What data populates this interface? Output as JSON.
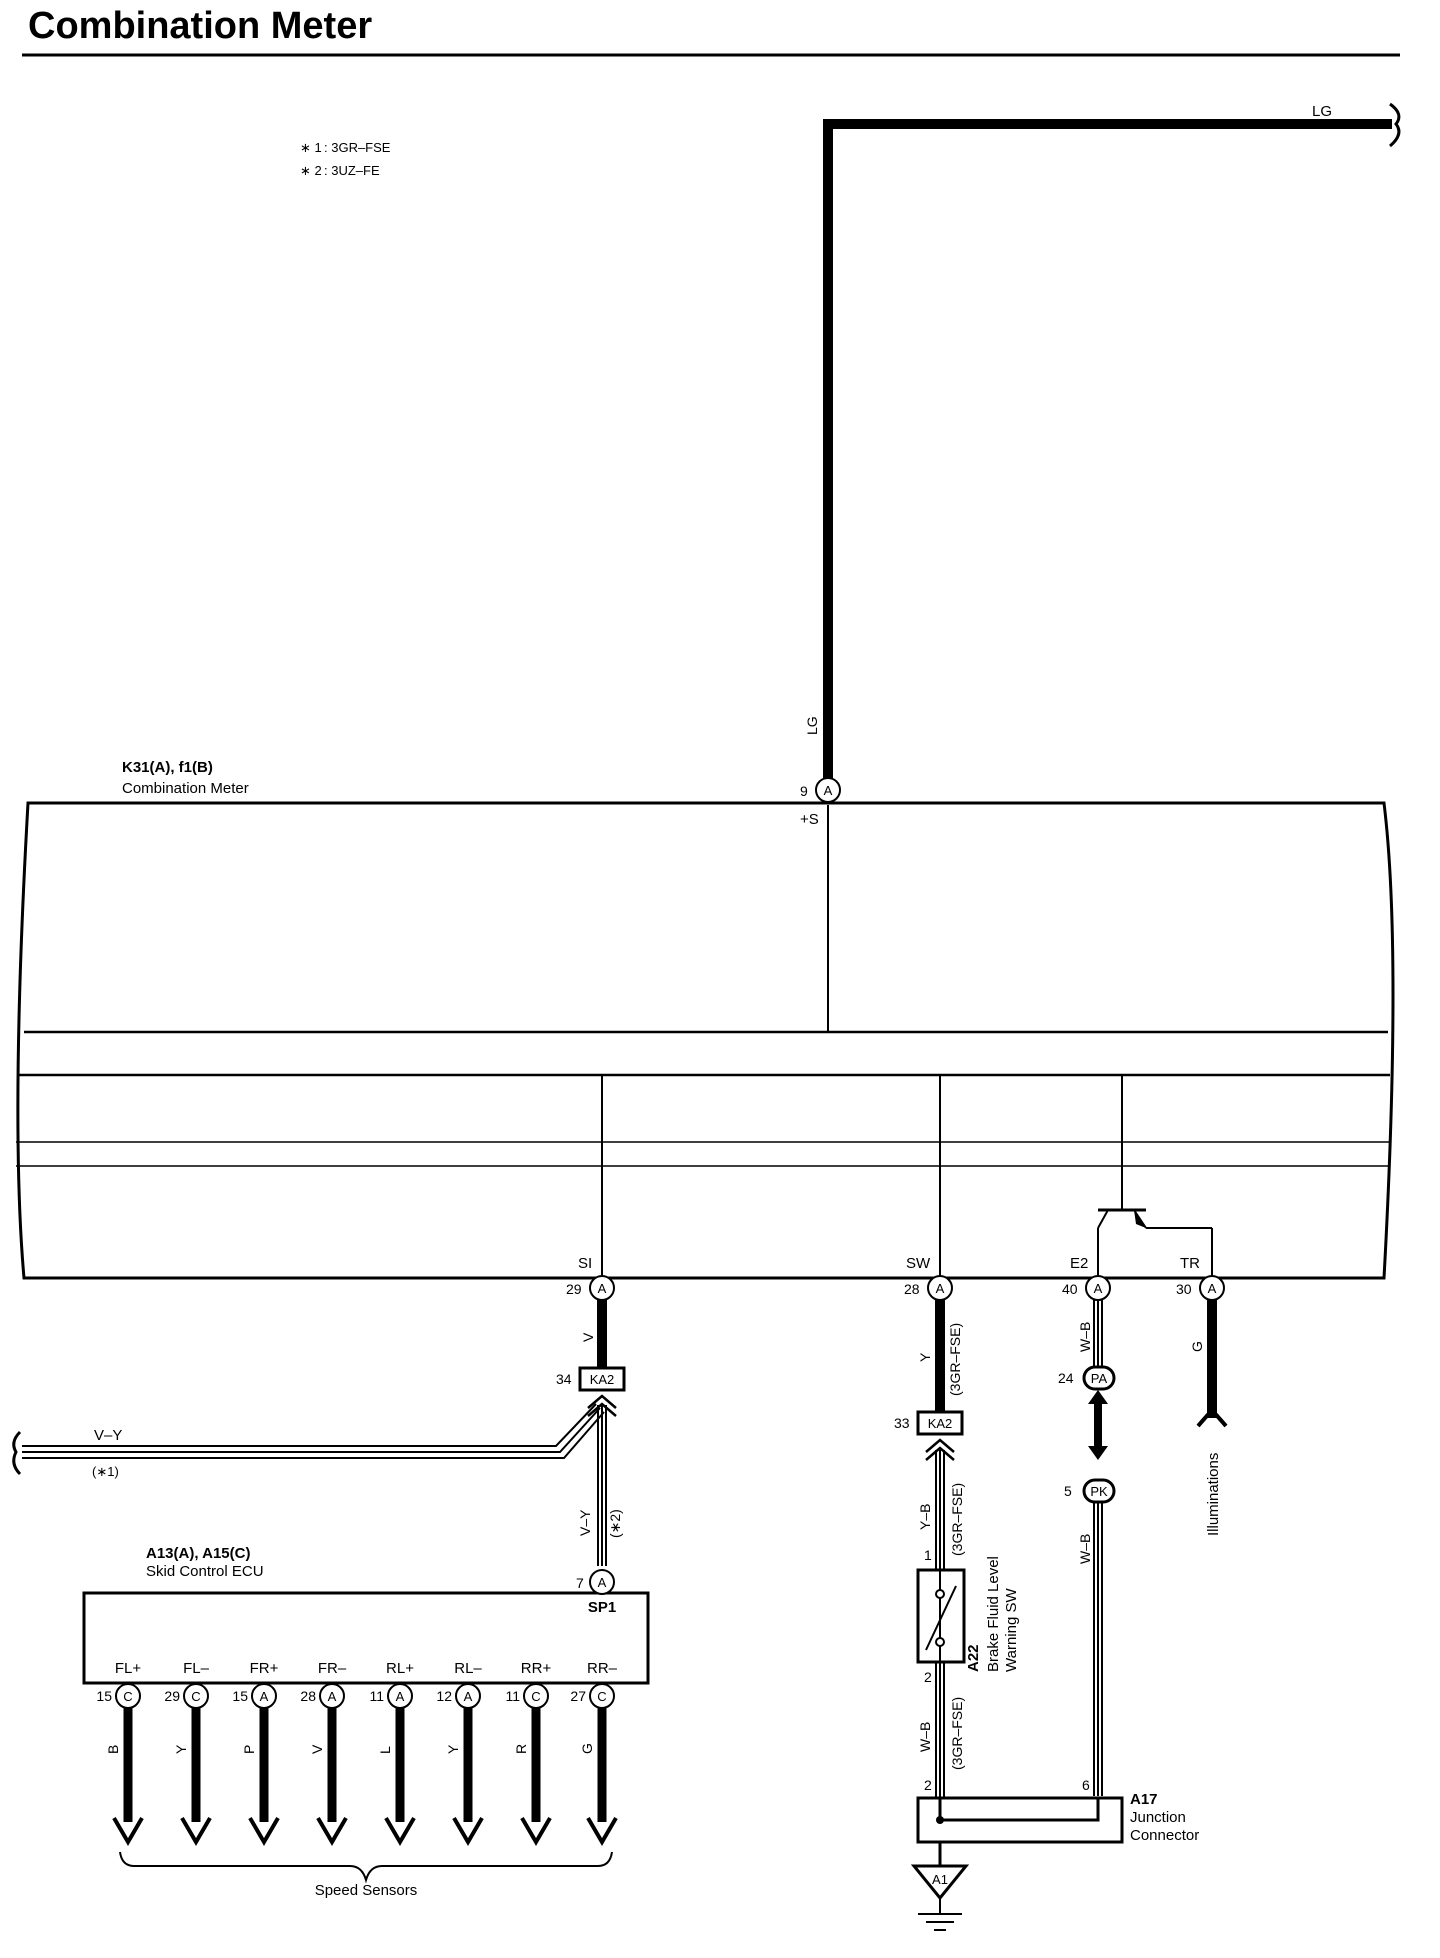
{
  "title": "Combination Meter",
  "notes": [
    {
      "mark": "∗ 1",
      "text": ": 3GR–FSE"
    },
    {
      "mark": "∗ 2",
      "text": ": 3UZ–FE"
    }
  ],
  "combination_meter": {
    "ref": "K31(A), f1(B)",
    "name": "Combination Meter",
    "terminals": {
      "plus_s": {
        "name": "+S",
        "pin": "9",
        "conn": "A",
        "wire": "LG"
      },
      "si": {
        "name": "SI",
        "pin": "29",
        "conn": "A",
        "wire": "V"
      },
      "sw": {
        "name": "SW",
        "pin": "28",
        "conn": "A",
        "wire": "Y",
        "wire_note": "(3GR–FSE)"
      },
      "e2": {
        "name": "E2",
        "pin": "40",
        "conn": "A",
        "wire": "W–B"
      },
      "tr": {
        "name": "TR",
        "pin": "30",
        "conn": "A",
        "wire": "G"
      }
    }
  },
  "top_wire": {
    "label": "LG"
  },
  "left_wire": {
    "label": "V–Y",
    "note": "(∗1)"
  },
  "ka2_si": {
    "pin": "34",
    "name": "KA2"
  },
  "ka2_sw": {
    "pin": "33",
    "name": "KA2"
  },
  "si_lower_wire": {
    "label": "V–Y",
    "note": "(∗2)"
  },
  "pa": {
    "pin": "24",
    "name": "PA"
  },
  "pk": {
    "pin": "5",
    "name": "PK",
    "wire": "W–B"
  },
  "illuminations": {
    "label": "Illuminations"
  },
  "skid_ecu": {
    "ref": "A13(A), A15(C)",
    "name": "Skid Control ECU",
    "sp1": {
      "name": "SP1",
      "pin": "7",
      "conn": "A"
    },
    "terminals": [
      {
        "name": "FL+",
        "pin": "15",
        "conn": "C",
        "wire": "B"
      },
      {
        "name": "FL–",
        "pin": "29",
        "conn": "C",
        "wire": "Y"
      },
      {
        "name": "FR+",
        "pin": "15",
        "conn": "A",
        "wire": "P"
      },
      {
        "name": "FR–",
        "pin": "28",
        "conn": "A",
        "wire": "V"
      },
      {
        "name": "RL+",
        "pin": "11",
        "conn": "A",
        "wire": "L"
      },
      {
        "name": "RL–",
        "pin": "12",
        "conn": "A",
        "wire": "Y"
      },
      {
        "name": "RR+",
        "pin": "11",
        "conn": "C",
        "wire": "R"
      },
      {
        "name": "RR–",
        "pin": "27",
        "conn": "C",
        "wire": "G"
      }
    ]
  },
  "speed_sensors": {
    "label": "Speed Sensors"
  },
  "brake_switch": {
    "ref": "A22",
    "name_line1": "Brake Fluid Level",
    "name_line2": "Warning SW",
    "pin_top": "1",
    "pin_bottom": "2",
    "upper_wire": "Y–B",
    "upper_note": "(3GR–FSE)",
    "lower_wire": "W–B",
    "lower_note": "(3GR–FSE)"
  },
  "junction": {
    "ref": "A17",
    "name_line1": "Junction",
    "name_line2": "Connector",
    "pin_left": "2",
    "pin_right": "6"
  },
  "ground": {
    "name": "A1"
  }
}
